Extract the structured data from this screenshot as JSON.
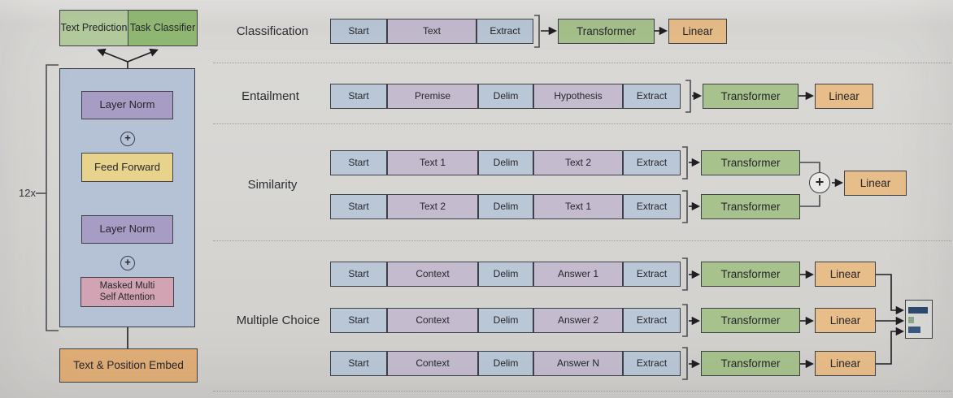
{
  "left_diagram": {
    "heads": {
      "text_prediction": "Text Prediction",
      "task_classifier": "Task Classifier"
    },
    "repeat_label": "12x",
    "add_symbol": "+",
    "layer_norm_top": "Layer Norm",
    "feed_forward": "Feed Forward",
    "layer_norm_bottom": "Layer Norm",
    "attention_line1": "Masked Multi",
    "attention_line2": "Self Attention",
    "embed": "Text & Position Embed"
  },
  "tasks": {
    "classification": {
      "label": "Classification",
      "cells": [
        "Start",
        "Text",
        "Extract"
      ],
      "transformer": "Transformer",
      "linear": "Linear"
    },
    "entailment": {
      "label": "Entailment",
      "cells": [
        "Start",
        "Premise",
        "Delim",
        "Hypothesis",
        "Extract"
      ],
      "transformer": "Transformer",
      "linear": "Linear"
    },
    "similarity": {
      "label": "Similarity",
      "rows": [
        [
          "Start",
          "Text 1",
          "Delim",
          "Text 2",
          "Extract"
        ],
        [
          "Start",
          "Text 2",
          "Delim",
          "Text 1",
          "Extract"
        ]
      ],
      "transformer1": "Transformer",
      "transformer2": "Transformer",
      "add_symbol": "+",
      "linear": "Linear"
    },
    "multiple_choice": {
      "label": "Multiple Choice",
      "rows": [
        {
          "cells": [
            "Start",
            "Context",
            "Delim",
            "Answer 1",
            "Extract"
          ],
          "transformer": "Transformer",
          "linear": "Linear"
        },
        {
          "cells": [
            "Start",
            "Context",
            "Delim",
            "Answer 2",
            "Extract"
          ],
          "transformer": "Transformer",
          "linear": "Linear"
        },
        {
          "cells": [
            "Start",
            "Context",
            "Delim",
            "Answer N",
            "Extract"
          ],
          "transformer": "Transformer",
          "linear": "Linear"
        }
      ]
    }
  },
  "colors": {
    "token_blue": "#b9c7d6",
    "span_purple": "#c4bbcf",
    "transformer_green": "#a7c28d",
    "linear_orange": "#e7bd89",
    "head_green_light": "#b4cd9e",
    "head_green_dark": "#92ba74",
    "block_blue": "#b5c2d6",
    "layer_norm_purple": "#a79cc3",
    "feed_forward_yellow": "#e8d38d",
    "attention_pink": "#d2a3b2",
    "embed_orange": "#e0ae77",
    "prob_bar_dark": "#2d4a70",
    "prob_bar_light": "#8ea68b",
    "prob_bar_mid": "#3b5a80"
  }
}
